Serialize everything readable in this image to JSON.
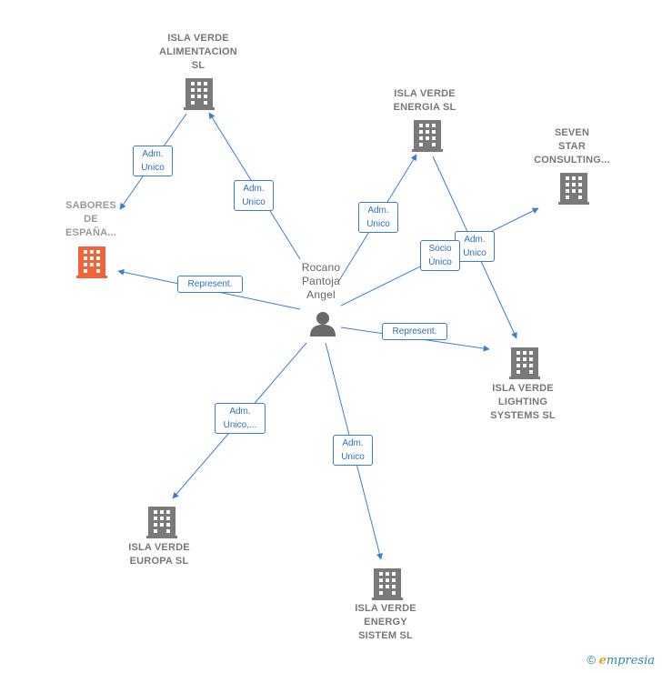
{
  "colors": {
    "edge": "#3a7dd6",
    "building": "#7a7a7a",
    "building_highlight": "#f0643a",
    "person": "#6a6a6a"
  },
  "person": {
    "name": "Rocano\nPantoja\nAngel",
    "icon": "person-icon"
  },
  "companies": {
    "alimentacion": {
      "name": "ISLA VERDE\nALIMENTACION\nSL",
      "icon": "building-icon"
    },
    "energia": {
      "name": "ISLA VERDE\nENERGIA SL",
      "icon": "building-icon"
    },
    "seven": {
      "name": "SEVEN\nSTAR\nCONSULTING...",
      "icon": "building-icon"
    },
    "sabores": {
      "name": "SABORES\nDE\nESPAÑA...",
      "icon": "building-icon"
    },
    "lighting": {
      "name": "ISLA VERDE\nLIGHTING\nSYSTEMS SL",
      "icon": "building-icon"
    },
    "europa": {
      "name": "ISLA VERDE\nEUROPA SL",
      "icon": "building-icon"
    },
    "energy": {
      "name": "ISLA VERDE\nENERGY\nSISTEM SL",
      "icon": "building-icon"
    }
  },
  "relations": {
    "alim_sabores": "Adm.\nUnico",
    "person_alim": "Adm.\nUnico",
    "person_energia": "Adm.\nUnico",
    "energia_lighting": "Adm.\nUnico",
    "person_seven": "Socio\nÚnico",
    "person_sabores": "Represent.",
    "person_lighting": "Represent.",
    "person_europa": "Adm.\nUnico,...",
    "person_energy": "Adm.\nUnico"
  },
  "footer": {
    "copyright": "©",
    "brand_first": "e",
    "brand_rest": "mpresia"
  }
}
